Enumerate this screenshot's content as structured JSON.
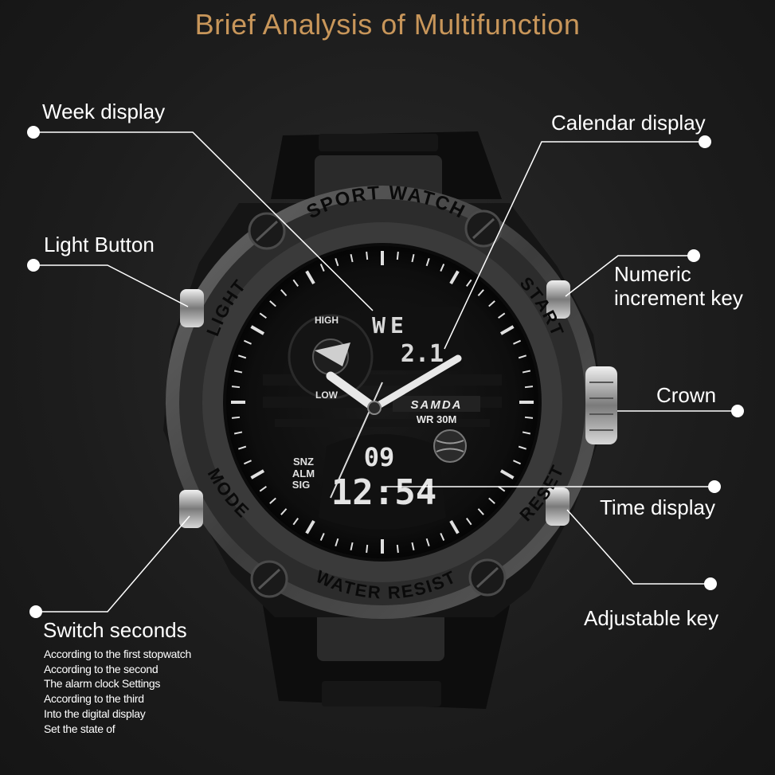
{
  "title": "Brief Analysis of Multifunction",
  "watch": {
    "bezel_top": "SPORT WATCH",
    "bezel_bottom": "WATER RESIST",
    "bezel_left_top": "LIGHT",
    "bezel_left_bottom": "MODE",
    "bezel_right_top": "START",
    "bezel_right_bottom": "RESET",
    "brand": "SAMDA",
    "wr": "WR 30M",
    "high": "HIGH",
    "low": "LOW",
    "snz": "SNZ",
    "alm": "ALM",
    "sig": "SIG",
    "digital_week": "WE",
    "digital_date": "2.1",
    "digital_seconds": "09",
    "digital_time": "12:54"
  },
  "callouts": {
    "week_display": "Week display",
    "light_button": "Light Button",
    "switch_seconds": "Switch seconds",
    "calendar_display": "Calendar display",
    "numeric_increment_line1": "Numeric",
    "numeric_increment_line2": "increment key",
    "crown": "Crown",
    "time_display": "Time display",
    "adjustable_key": "Adjustable key"
  },
  "switch_notes": [
    "According to the first stopwatch",
    "According to the second",
    "The alarm clock Settings",
    "According to the third",
    "Into the digital display",
    "Set the state of"
  ],
  "colors": {
    "title": "#c8965a",
    "text": "#ffffff",
    "background": "#1e1e1e"
  }
}
